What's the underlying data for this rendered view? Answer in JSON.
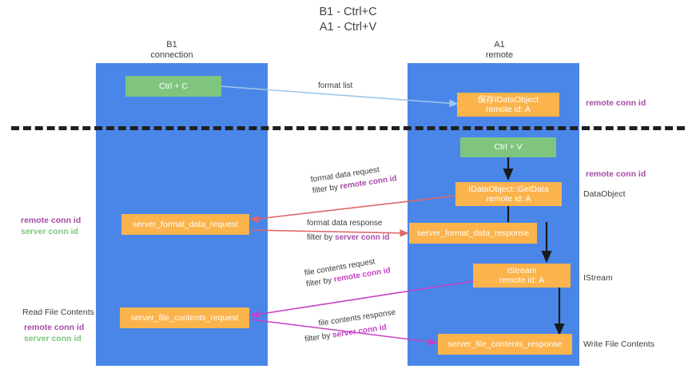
{
  "title": {
    "line1": "B1 - Ctrl+C",
    "line2": "A1 - Ctrl+V"
  },
  "lanes": [
    {
      "id": "b1",
      "name": "B1",
      "sub": "connection",
      "color": "#4a86e8"
    },
    {
      "id": "a1",
      "name": "A1",
      "sub": "remote",
      "color": "#4a86e8"
    }
  ],
  "nodes": {
    "ctrl_c": {
      "label": "Ctrl + C",
      "color": "#7fc57f"
    },
    "ctrl_v": {
      "label": "Ctrl + V",
      "color": "#7fc57f"
    },
    "save_dataobject": {
      "line1": "保存IDataObject",
      "line2": "remote id: A",
      "color": "#fbb34c"
    },
    "getdata": {
      "line1": "IDataObject::GetData",
      "line2": "remote id: A",
      "color": "#fbb34c"
    },
    "istream": {
      "line1": "IStream",
      "line2": "remote id: A",
      "color": "#fbb34c"
    },
    "server_format_data_request": {
      "label": "server_format_data_request",
      "color": "#fbb34c"
    },
    "server_format_data_response": {
      "label": "server_format_data_response",
      "color": "#fbb34c"
    },
    "server_file_contents_request": {
      "label": "server_file_contents_request",
      "color": "#fbb34c"
    },
    "server_file_contents_response": {
      "label": "server_file_contents_response",
      "color": "#fbb34c"
    }
  },
  "edges": {
    "format_list": {
      "label": "format list",
      "color": "#9fc5e8"
    },
    "format_data_request": {
      "line1": "format data request",
      "line2_prefix": "filter by ",
      "line2_hl": "remote conn id",
      "color": "#e06666"
    },
    "format_data_response": {
      "line1": "format data response",
      "line2_prefix": "filter by ",
      "line2_hl": "server conn id",
      "color": "#e06666"
    },
    "file_contents_request": {
      "line1": "file contents request",
      "line2_prefix": "filter by ",
      "line2_hl": "remote conn id",
      "color": "#c640c6"
    },
    "file_contents_response": {
      "line1": "file contents response",
      "line2_prefix": "filter by ",
      "line2_hl": "server conn id",
      "color": "#c640c6"
    }
  },
  "annotations": {
    "right": [
      {
        "id": "r1",
        "text": "remote conn id",
        "style": "purple"
      },
      {
        "id": "r2",
        "text": "remote conn id",
        "style": "purple"
      },
      {
        "id": "r3",
        "text": "DataObject",
        "style": "dark"
      },
      {
        "id": "r4",
        "text": "IStream",
        "style": "dark"
      },
      {
        "id": "r5",
        "text": "Write File Contents",
        "style": "dark"
      }
    ],
    "left": [
      {
        "id": "l1",
        "text": "remote conn id",
        "style": "purple"
      },
      {
        "id": "l2",
        "text": "server conn id",
        "style": "green"
      },
      {
        "id": "l3",
        "text": "Read File Contents",
        "style": "dark"
      },
      {
        "id": "l4",
        "text": "remote conn id",
        "style": "purple"
      },
      {
        "id": "l5",
        "text": "server conn id",
        "style": "green"
      }
    ]
  },
  "colors": {
    "lane": "#4a86e8",
    "green": "#7fc57f",
    "orange": "#fbb34c",
    "purple": "#a64ca6",
    "magenta": "#c640c6",
    "red": "#e06666",
    "lightblue": "#9fc5e8",
    "divider": "#202020",
    "background": "#ffffff"
  }
}
